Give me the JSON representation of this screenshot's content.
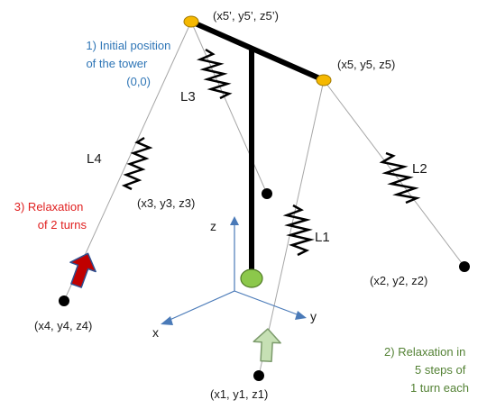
{
  "colors": {
    "node_top": "#f5b800",
    "tower": "#000000",
    "base": "#8cc84b",
    "axis": "#4a7ab8",
    "arrow_red": "#c00000",
    "arrow_green": "#c6e0b4",
    "cable": "#a6a6a6",
    "text_blue": "#2e75b6",
    "text_red": "#e02020",
    "text_green": "#548235"
  },
  "points": {
    "p5prime": "(x5’, y5’, z5’)",
    "p5": "(x5, y5, z5)",
    "p3": "(x3, y3, z3)",
    "p2": "(x2, y2, z2)",
    "p4": "(x4, y4, z4)",
    "p1": "(x1, y1, z1)"
  },
  "cables": {
    "L1": "L1",
    "L2": "L2",
    "L3": "L3",
    "L4": "L4"
  },
  "axes": {
    "x": "x",
    "y": "y",
    "z": "z"
  },
  "notes": {
    "initial": [
      "1) Initial position",
      "of the tower",
      "(0,0)"
    ],
    "relax_turns": [
      "3) Relaxation",
      "of 2 turns"
    ],
    "relax_steps": [
      "2) Relaxation in",
      "5 steps of",
      "1 turn each"
    ]
  }
}
